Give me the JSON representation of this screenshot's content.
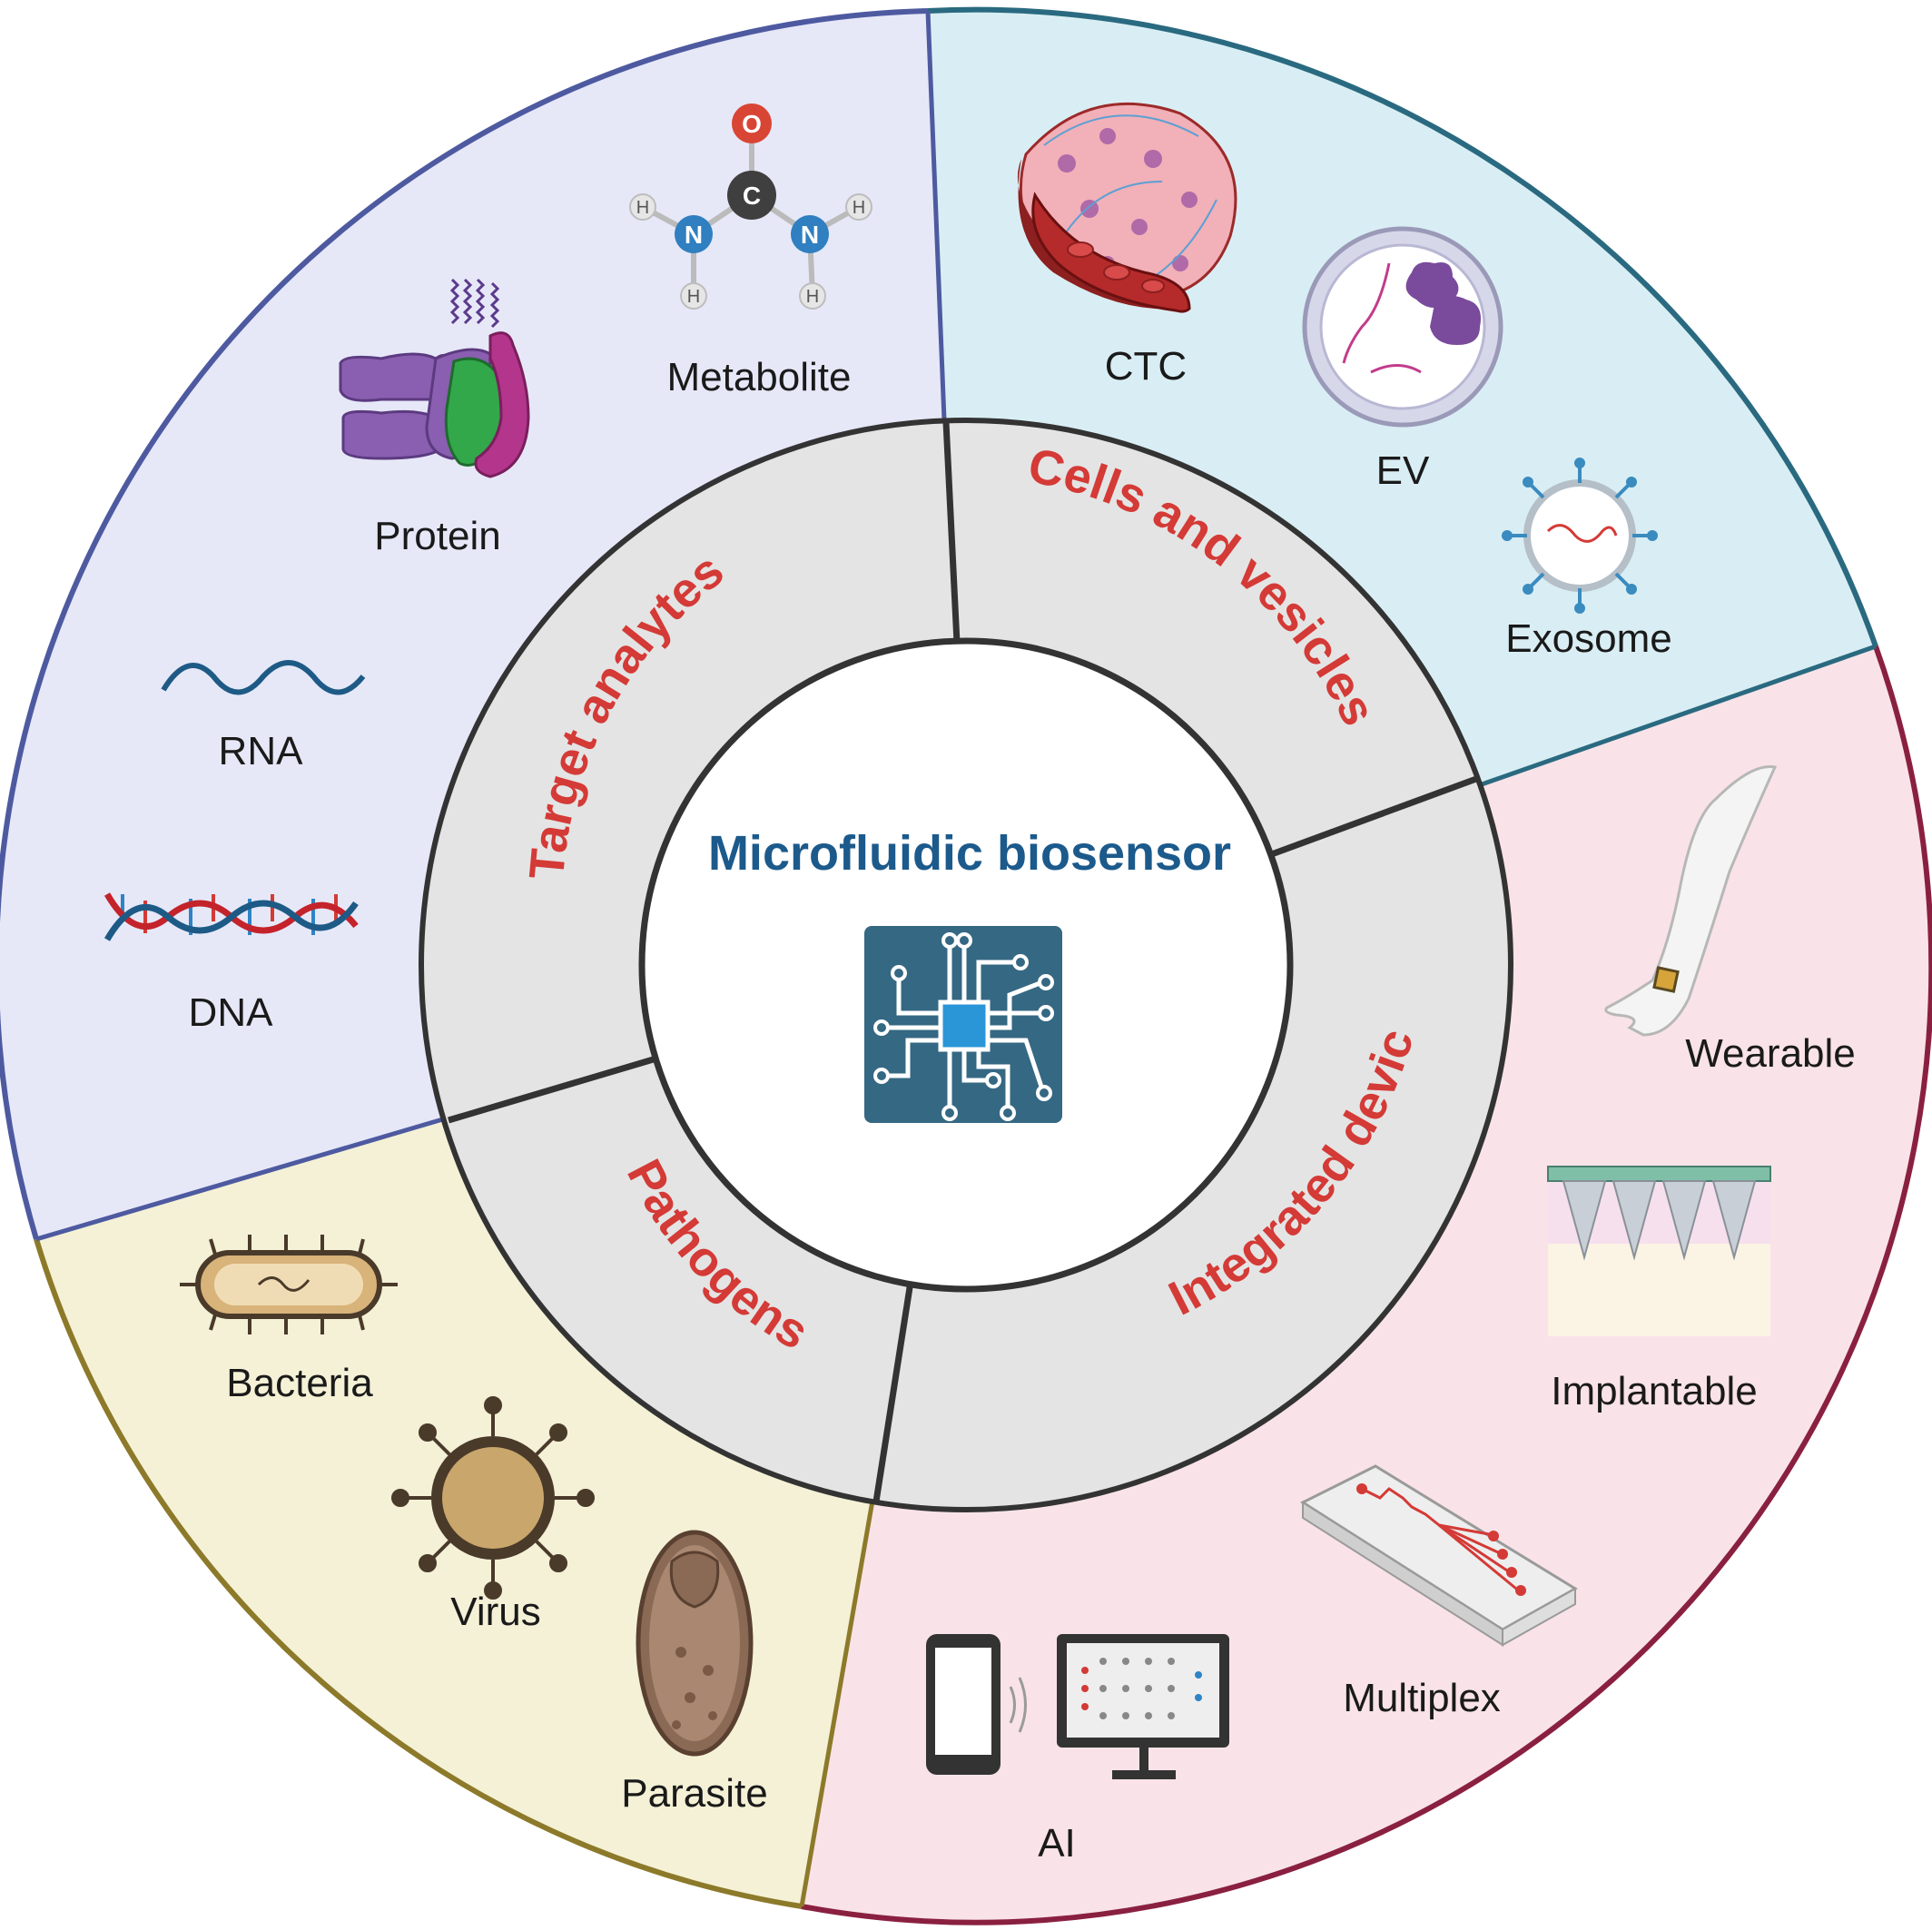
{
  "center": {
    "title": "Microfluidic biosensor",
    "icon": "chip-icon"
  },
  "ring_sections": [
    {
      "label": "Target analytes"
    },
    {
      "label": "Cells and vesicles"
    },
    {
      "label": "Integrated device"
    },
    {
      "label": "Pathogens"
    }
  ],
  "outer_sections": {
    "target_analytes": {
      "color": "#e6e8f8",
      "border": "#4e5aa0",
      "items": [
        {
          "label": "Metabolite",
          "icon": "urea-molecule-icon"
        },
        {
          "label": "Protein",
          "icon": "protein-icon"
        },
        {
          "label": "RNA",
          "icon": "rna-icon"
        },
        {
          "label": "DNA",
          "icon": "dna-icon"
        }
      ]
    },
    "cells_vesicles": {
      "color": "#d9eef4",
      "border": "#2a6a80",
      "items": [
        {
          "label": "CTC",
          "icon": "tumor-vessel-icon"
        },
        {
          "label": "EV",
          "icon": "extracellular-vesicle-icon"
        },
        {
          "label": "Exosome",
          "icon": "exosome-icon"
        }
      ]
    },
    "integrated_device": {
      "color": "#f9e3e8",
      "border": "#8a2040",
      "items": [
        {
          "label": "Wearable",
          "icon": "arm-patch-icon"
        },
        {
          "label": "Implantable",
          "icon": "microneedle-icon"
        },
        {
          "label": "Multiplex",
          "icon": "microfluidic-chip-icon"
        },
        {
          "label": "AI",
          "icon": "phone-monitor-icon"
        }
      ]
    },
    "pathogens": {
      "color": "#f4f1d6",
      "border": "#8c7a2a",
      "items": [
        {
          "label": "Bacteria",
          "icon": "bacteria-icon"
        },
        {
          "label": "Virus",
          "icon": "virus-icon"
        },
        {
          "label": "Parasite",
          "icon": "parasite-icon"
        }
      ]
    }
  },
  "molecule_atoms": {
    "oxygen": "O",
    "carbon": "C",
    "nitrogen": "N",
    "hydrogen": "H"
  }
}
